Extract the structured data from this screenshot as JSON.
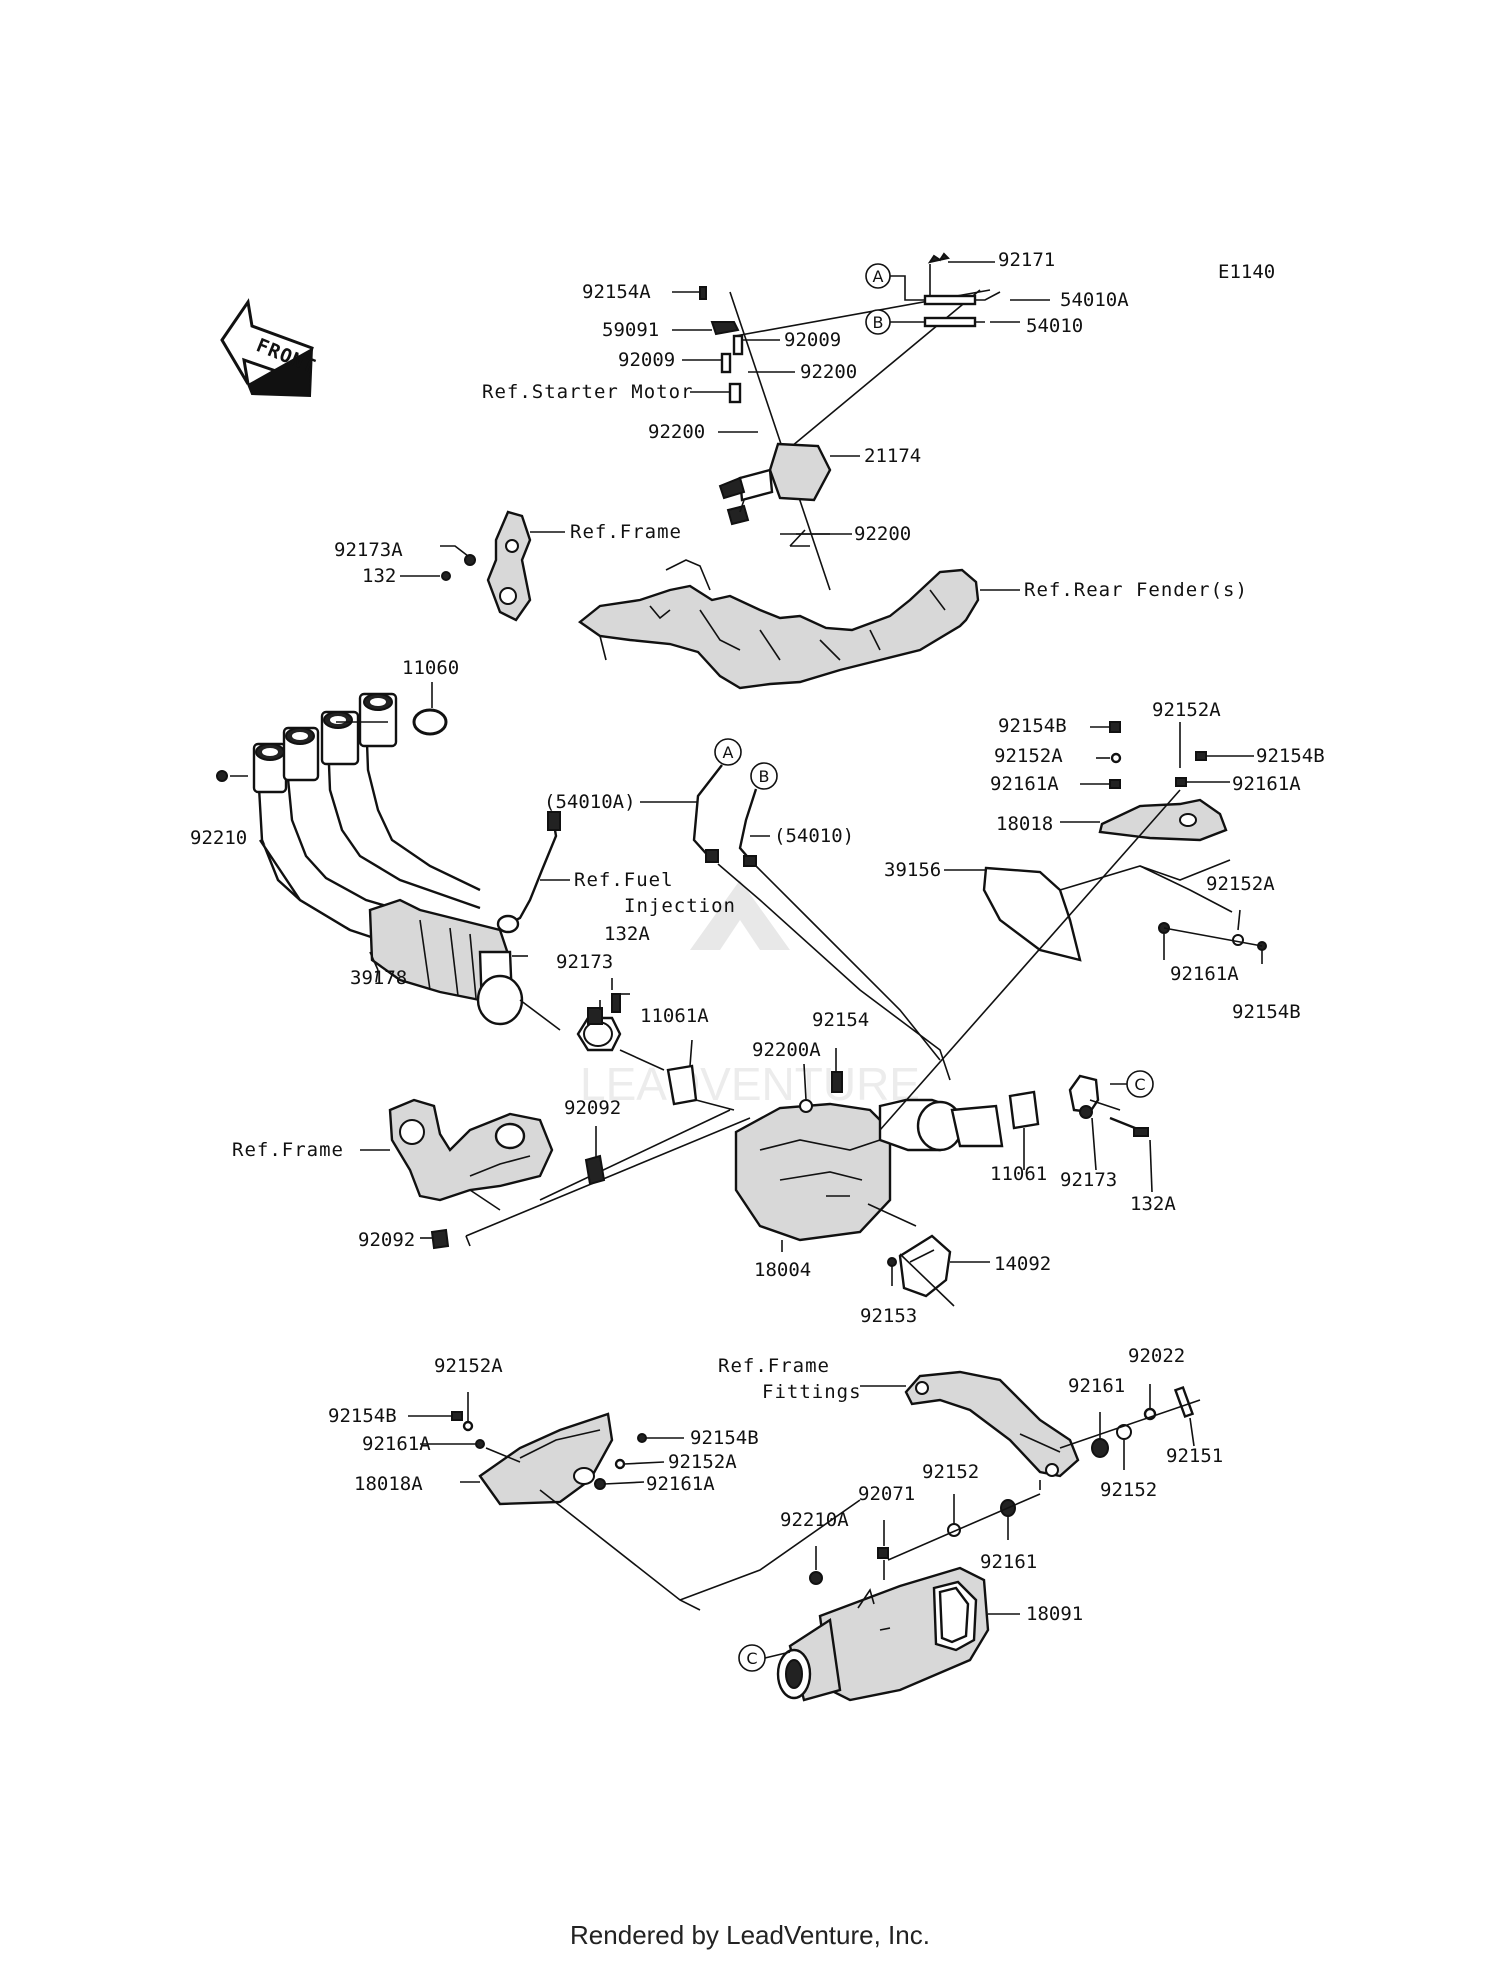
{
  "diagram_code": "E1140",
  "front_label": "FRONT",
  "footer_text": "Rendered by LeadVenture, Inc.",
  "watermark_text": "LEADVENTURE",
  "connectors": [
    "A",
    "B",
    "C"
  ],
  "labels": {
    "p92171": "92171",
    "p54010A": "54010A",
    "p54010": "54010",
    "p92154A": "92154A",
    "p59091": "59091",
    "p92009a": "92009",
    "p92009b": "92009",
    "p92200a": "92200",
    "ref_starter_motor": "Ref.Starter Motor",
    "p92200b": "92200",
    "p21174": "21174",
    "p92200c": "92200",
    "ref_frame_top": "Ref.Frame",
    "p92173A": "92173A",
    "p132": "132",
    "ref_rear_fender": "Ref.Rear Fender(s)",
    "p11060": "11060",
    "p92210": "92210",
    "p54010A_paren": "(54010A)",
    "p54010_paren": "(54010)",
    "ref_fuel_1": "Ref.Fuel",
    "ref_fuel_2": "Injection",
    "p39178": "39178",
    "p92173a": "92173",
    "p132A_a": "132A",
    "p11061A": "11061A",
    "p92154": "92154",
    "p92200A": "92200A",
    "p92154B_a": "92154B",
    "p92152A_a": "92152A",
    "p92152A_b": "92152A",
    "p92154B_b": "92154B",
    "p92161A_a": "92161A",
    "p92161A_b": "92161A",
    "p18018": "18018",
    "p39156": "39156",
    "p92152A_c": "92152A",
    "p92161A_c": "92161A",
    "p92154B_c": "92154B",
    "ref_frame_mid": "Ref.Frame",
    "p92092a": "92092",
    "p92092b": "92092",
    "p18004": "18004",
    "p11061": "11061",
    "p92173b": "92173",
    "p132A_b": "132A",
    "p14092": "14092",
    "p92153": "92153",
    "p92152A_d": "92152A",
    "p92154B_d": "92154B",
    "p92161A_d": "92161A",
    "p18018A": "18018A",
    "p92154B_e": "92154B",
    "p92152A_e": "92152A",
    "p92161A_e": "92161A",
    "ref_frame_fit_1": "Ref.Frame",
    "ref_frame_fit_2": "Fittings",
    "p92022": "92022",
    "p92161a": "92161",
    "p92151": "92151",
    "p92152a": "92152",
    "p92152b": "92152",
    "p92071": "92071",
    "p92210A": "92210A",
    "p92161b": "92161",
    "p18091": "18091"
  }
}
